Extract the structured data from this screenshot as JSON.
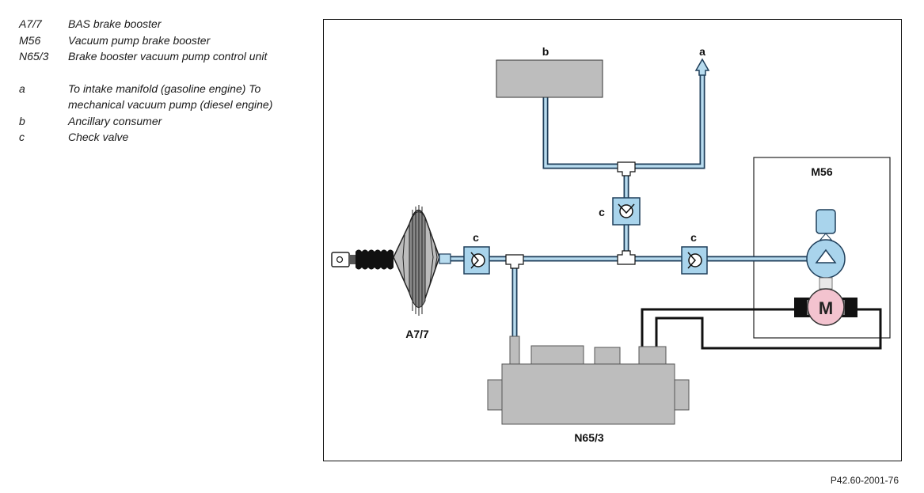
{
  "legend": {
    "items": [
      {
        "code": "A7/7",
        "desc": "BAS brake booster"
      },
      {
        "code": "M56",
        "desc": "Vacuum pump brake booster"
      },
      {
        "code": "N65/3",
        "desc": "Brake booster vacuum pump control unit"
      },
      {
        "code": "a",
        "desc": "To intake manifold (gasoline engine) To mechanical vacuum pump (diesel engine)"
      },
      {
        "code": "b",
        "desc": "Ancillary consumer"
      },
      {
        "code": "c",
        "desc": "Check valve"
      }
    ]
  },
  "diagram": {
    "labels": {
      "a": "a",
      "b": "b",
      "c_top": "c",
      "c_left": "c",
      "c_right": "c",
      "m56": "M56",
      "motor": "M",
      "a77": "A7/7",
      "n653": "N65/3"
    },
    "colors": {
      "pipe": "#b8dcef",
      "pipe_outline": "#1e3e5a",
      "valve_fill": "#a9d4ec",
      "pump_fill": "#a9d4ec",
      "motor_fill": "#f3c3cf",
      "component_gray": "#bdbdbd",
      "wire": "#111111"
    }
  },
  "figure_id": "P42.60-2001-76"
}
